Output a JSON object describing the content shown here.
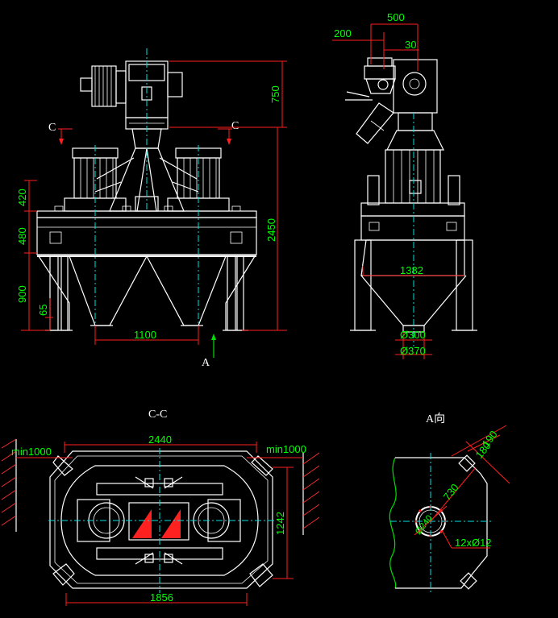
{
  "colors": {
    "background": "#000000",
    "outline": "#ffffff",
    "dimension": "#ff2020",
    "text": "#00ff00",
    "centerline": "#00e0e0",
    "fill": "#ff2020"
  },
  "front_view": {
    "section_mark_left": "C",
    "section_mark_right": "C",
    "arrow_label": "A",
    "dims": {
      "top": "750",
      "overall_height": "2450",
      "h1": "420",
      "h2": "480",
      "h3": "900",
      "foot": "65",
      "width": "1100"
    }
  },
  "side_view": {
    "dims": {
      "offset_a": "500",
      "offset_b": "200",
      "offset_c": "30",
      "width": "1382",
      "d1": "Ø300",
      "d2": "Ø370"
    }
  },
  "section_view": {
    "title": "C-C",
    "dims": {
      "left_clear": "min1000",
      "right_clear": "min1000",
      "top_width": "2440",
      "height": "1242",
      "bottom_width": "1856"
    }
  },
  "detail_view": {
    "title": "A向",
    "dims": {
      "d1": "190",
      "d2": "180",
      "d3": "730",
      "hole_circle": "Ø240",
      "holes": "12xØ12"
    }
  }
}
